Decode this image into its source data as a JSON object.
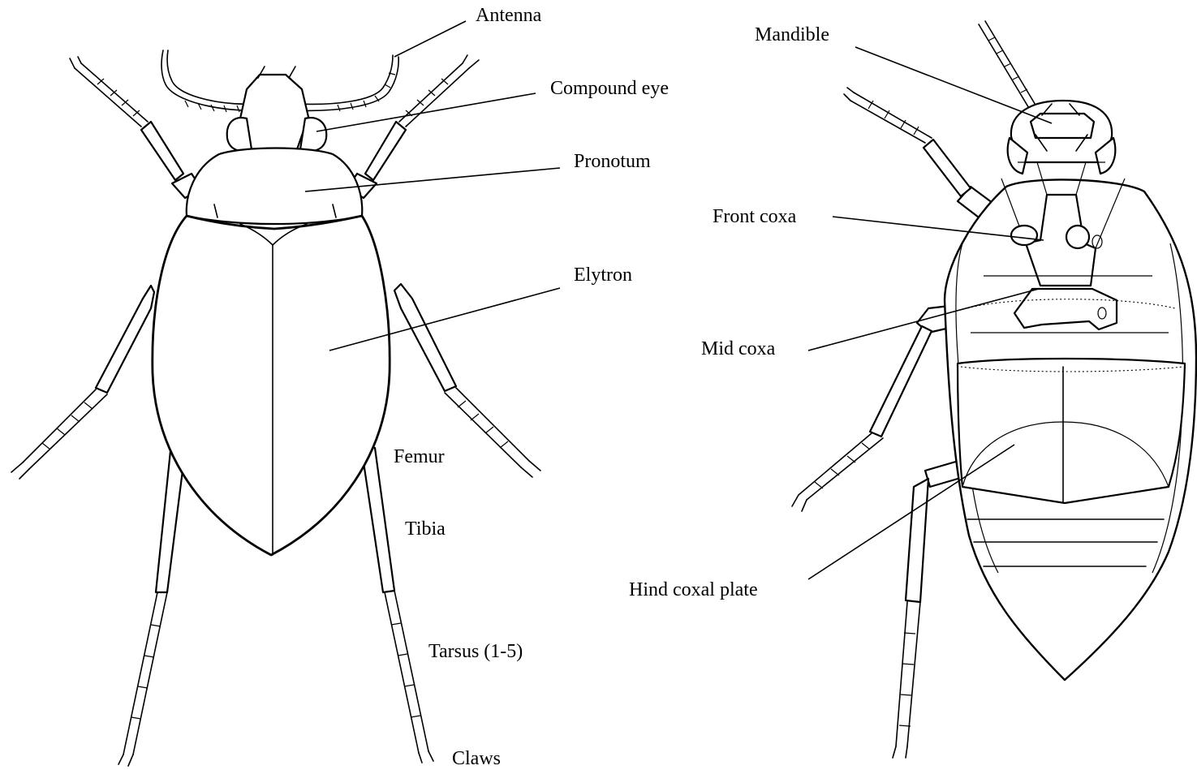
{
  "dorsal_labels": {
    "antenna": "Antenna",
    "compound_eye": "Compound eye",
    "pronotum": "Pronotum",
    "elytron": "Elytron",
    "femur": "Femur",
    "tibia": "Tibia",
    "tarsus": "Tarsus (1-5)",
    "claws": "Claws"
  },
  "ventral_labels": {
    "mandible": "Mandible",
    "front_coxa": "Front coxa",
    "mid_coxa": "Mid coxa",
    "hind_coxal_plate": "Hind coxal plate"
  }
}
